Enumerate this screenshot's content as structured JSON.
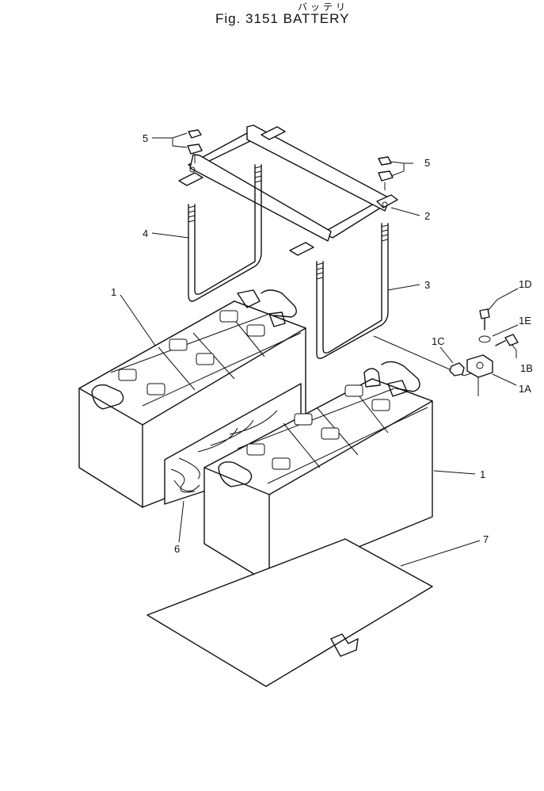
{
  "header": {
    "figure_title": "Fig. 3151 BATTERY",
    "katakana": "バッテリ"
  },
  "callouts": {
    "c1_left": "1",
    "c1_right": "1",
    "c1A": "1A",
    "c1B": "1B",
    "c1C": "1C",
    "c1D": "1D",
    "c1E": "1E",
    "c2": "2",
    "c3": "3",
    "c4": "4",
    "c5_left": "5",
    "c5_right": "5",
    "c6": "6",
    "c7": "7"
  }
}
